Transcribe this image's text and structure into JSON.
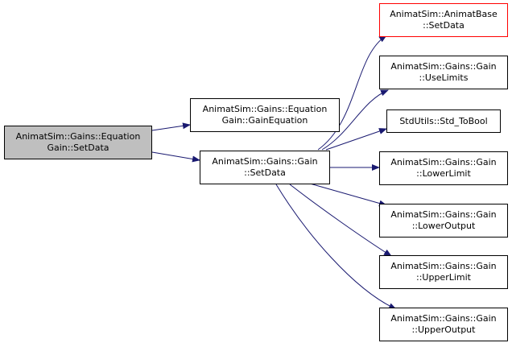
{
  "colors": {
    "edge": "#191970",
    "root_fill": "#bfbfbf",
    "node_fill": "#ffffff",
    "node_border": "#000000",
    "highlight_border": "#ff0000"
  },
  "nodes": {
    "equation_setdata": {
      "line1": "AnimatSim::Gains::Equation",
      "line2": "Gain::SetData"
    },
    "gain_equation": {
      "line1": "AnimatSim::Gains::Equation",
      "line2": "Gain::GainEquation"
    },
    "gain_setdata": {
      "line1": "AnimatSim::Gains::Gain",
      "line2": "::SetData"
    },
    "animatbase_setdata": {
      "line1": "AnimatSim::AnimatBase",
      "line2": "::SetData"
    },
    "use_limits": {
      "line1": "AnimatSim::Gains::Gain",
      "line2": "::UseLimits"
    },
    "std_tobool": {
      "line1": "StdUtils::Std_ToBool"
    },
    "lower_limit": {
      "line1": "AnimatSim::Gains::Gain",
      "line2": "::LowerLimit"
    },
    "lower_output": {
      "line1": "AnimatSim::Gains::Gain",
      "line2": "::LowerOutput"
    },
    "upper_limit": {
      "line1": "AnimatSim::Gains::Gain",
      "line2": "::UpperLimit"
    },
    "upper_output": {
      "line1": "AnimatSim::Gains::Gain",
      "line2": "::UpperOutput"
    }
  }
}
